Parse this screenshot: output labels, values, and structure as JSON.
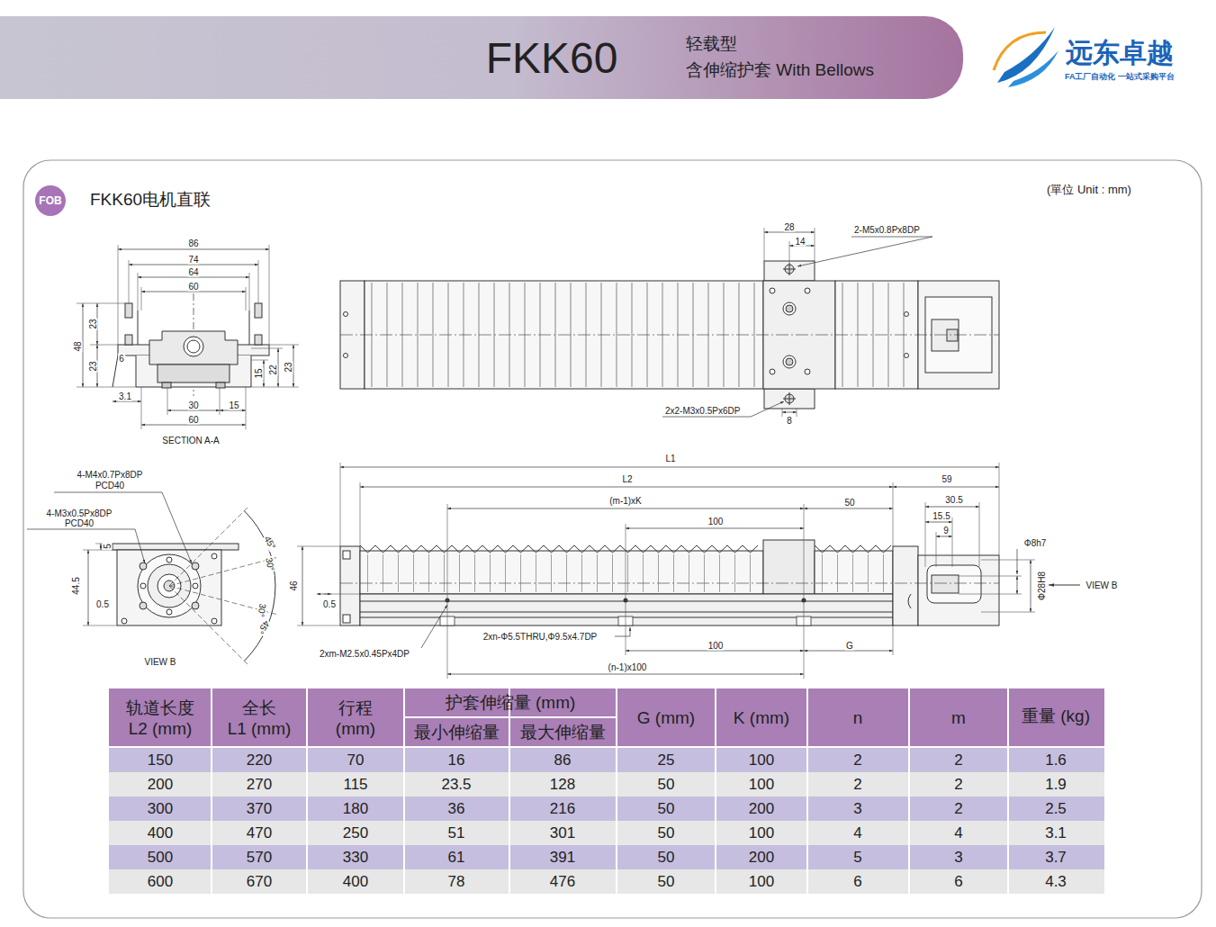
{
  "diagram": {
    "title": "FKK60",
    "nodes": [
      {
        "text": [
          "FOB"
        ]
      }
    ],
    "labels": [
      "轻载型",
      "含伸缩护套 With Bellows",
      "远东卓越",
      "FA工厂自动化 一站式采购平台",
      "FKK60电机直联",
      "(單位 Unit : mm)",
      "86",
      "74",
      "64",
      "60",
      "48",
      "23",
      "23",
      "6",
      "15",
      "22",
      "23",
      "3.1",
      "30",
      "15",
      "60",
      "SECTION A-A",
      "28",
      "14",
      "2-M5x0.8Px8DP",
      "2x2-M3x0.5Px6DP",
      "8",
      "L1",
      "L2",
      "59",
      "(m-1)xK",
      "50",
      "100",
      "30.5",
      "15.5",
      "9",
      "Φ8h7",
      "Φ28H8",
      "VIEW B",
      "46",
      "0.5",
      "2xn-Φ5.5THRU,Φ9.5x4.7DP",
      "100",
      "G",
      "(n-1)x100",
      "2xm-M2.5x0.45Px4DP",
      "4-M4x0.7Px8DP",
      "PCD40",
      "4-M3x0.5Px8DP",
      "PCD40",
      "44.5",
      "5",
      "0.5",
      "45°",
      "30°",
      "30°",
      "45°",
      "VIEW B",
      "轨道长度",
      "L2 (mm)",
      "全长",
      "L1 (mm)",
      "行程",
      "(mm)",
      "护套伸缩量 (mm)",
      "最小伸缩量",
      "最大伸缩量",
      "G (mm)",
      "K (mm)",
      "n",
      "m",
      "重量 (kg)",
      "150",
      "220",
      "70",
      "16",
      "86",
      "25",
      "100",
      "2",
      "2",
      "1.6",
      "200",
      "270",
      "115",
      "23.5",
      "128",
      "50",
      "100",
      "2",
      "2",
      "1.9",
      "300",
      "370",
      "180",
      "36",
      "216",
      "50",
      "200",
      "3",
      "2",
      "2.5",
      "400",
      "470",
      "250",
      "51",
      "301",
      "50",
      "100",
      "4",
      "4",
      "3.1",
      "500",
      "570",
      "330",
      "61",
      "391",
      "50",
      "200",
      "5",
      "3",
      "3.7",
      "600",
      "670",
      "400",
      "78",
      "476",
      "50",
      "100",
      "6",
      "6",
      "4.3"
    ]
  }
}
